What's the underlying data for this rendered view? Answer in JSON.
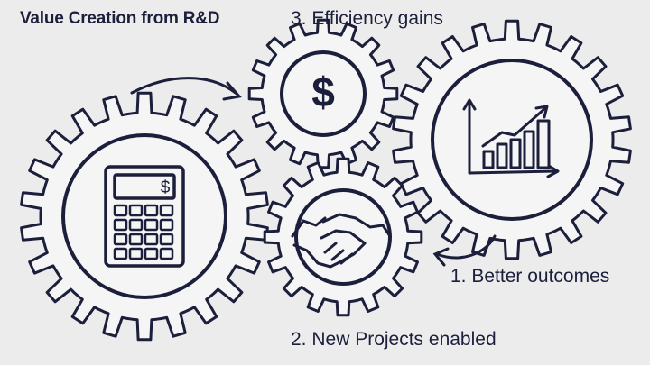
{
  "diagram": {
    "title": "Value Creation from R&D",
    "labels": {
      "efficiency": "3. Efficiency gains",
      "outcomes": "1. Better outcomes",
      "projects": "2. New Projects enabled"
    },
    "gears": [
      {
        "name": "calculator-gear",
        "icon": "calculator-icon"
      },
      {
        "name": "dollar-gear",
        "icon": "dollar-icon"
      },
      {
        "name": "chart-gear",
        "icon": "growth-chart-icon"
      },
      {
        "name": "handshake-gear",
        "icon": "handshake-icon"
      }
    ],
    "calculator_symbol": "$",
    "dollar_symbol": "$",
    "colors": {
      "ink": "#1b1f3b",
      "background": "#ececec",
      "fill": "#f5f5f5"
    }
  }
}
